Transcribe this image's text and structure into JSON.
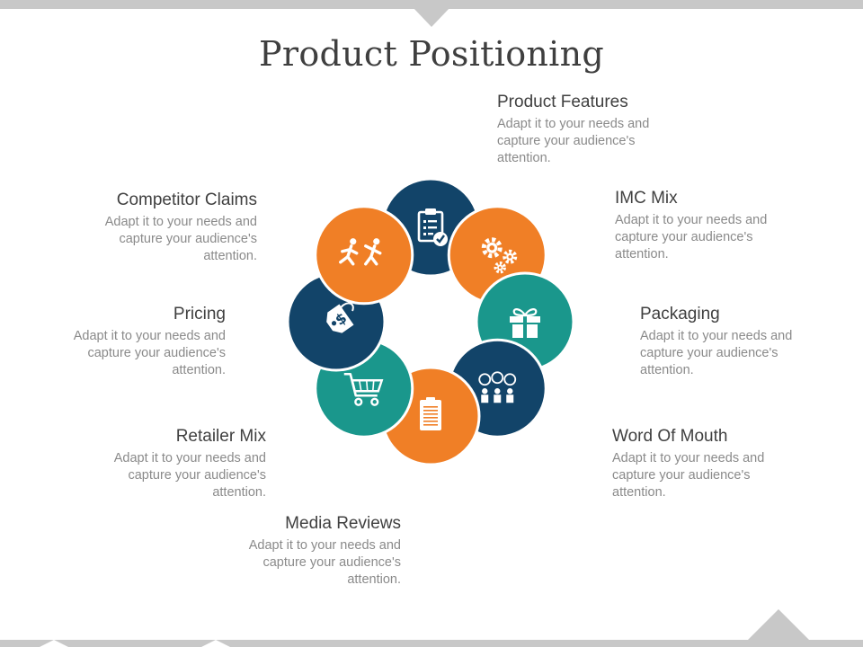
{
  "title": "Product Positioning",
  "colors": {
    "orange": "#F07F26",
    "navy": "#124469",
    "teal": "#1A978C",
    "gray_band": "#C8C8C8"
  },
  "segments": [
    {
      "id": "product-features",
      "heading": "Product Features",
      "body": "Adapt it to your needs and capture your audience's attention.",
      "color": "navy",
      "icon": "clipboard-check-icon"
    },
    {
      "id": "imc-mix",
      "heading": "IMC Mix",
      "body": "Adapt it to your needs and capture your audience's attention.",
      "color": "orange",
      "icon": "gears-icon"
    },
    {
      "id": "packaging",
      "heading": "Packaging",
      "body": "Adapt it to your needs and capture your audience's attention.",
      "color": "teal",
      "icon": "gift-icon"
    },
    {
      "id": "word-of-mouth",
      "heading": "Word Of Mouth",
      "body": "Adapt it to your needs and capture your audience's attention.",
      "color": "navy",
      "icon": "people-chat-icon"
    },
    {
      "id": "media-reviews",
      "heading": "Media Reviews",
      "body": "Adapt it to your needs and capture your audience's attention.",
      "color": "orange",
      "icon": "notepad-icon"
    },
    {
      "id": "retailer-mix",
      "heading": "Retailer Mix",
      "body": "Adapt it to your needs and capture your audience's attention.",
      "color": "teal",
      "icon": "shopping-cart-icon"
    },
    {
      "id": "pricing",
      "heading": "Pricing",
      "body": "Adapt it to your needs and capture your audience's attention.",
      "color": "navy",
      "icon": "price-tag-icon"
    },
    {
      "id": "competitor-claims",
      "heading": "Competitor Claims",
      "body": "Adapt it to your needs and capture your audience's attention.",
      "color": "orange",
      "icon": "running-figures-icon"
    }
  ]
}
